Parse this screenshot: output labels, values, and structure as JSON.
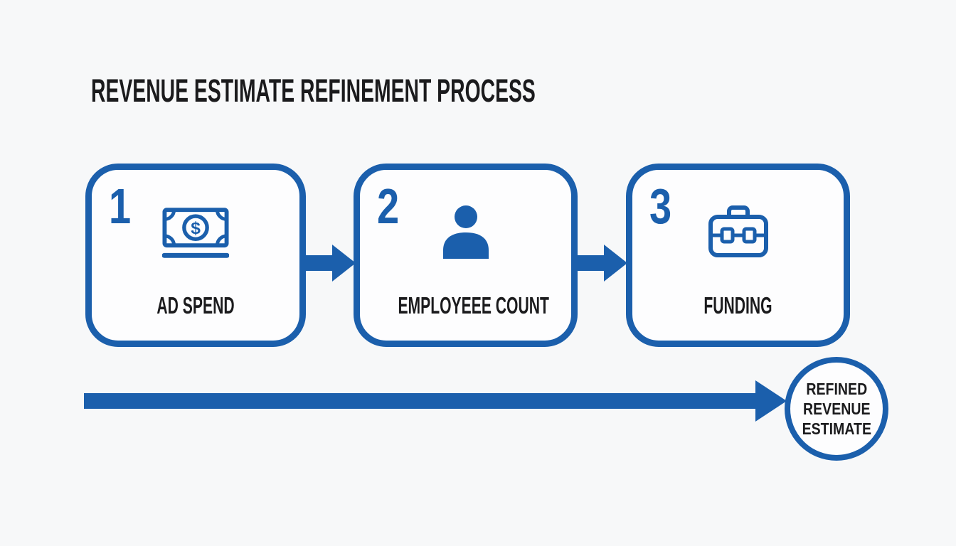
{
  "title": "REVENUE ESTIMATE REFINEMENT PROCESS",
  "colors": {
    "accent_blue": "#1B5FAC",
    "text_dark": "#1B1B1D",
    "background": "#F7F8F9",
    "box_fill": "#FDFDFE"
  },
  "steps": [
    {
      "number": "1",
      "label": "AD SPEND",
      "icon": "money-bill-icon"
    },
    {
      "number": "2",
      "label": "EMPLOYEEE COUNT",
      "icon": "person-icon"
    },
    {
      "number": "3",
      "label": "FUNDING",
      "icon": "briefcase-icon"
    }
  ],
  "result": {
    "lines": [
      "REFINED",
      "REVENUE",
      "ESTIMATE"
    ]
  }
}
